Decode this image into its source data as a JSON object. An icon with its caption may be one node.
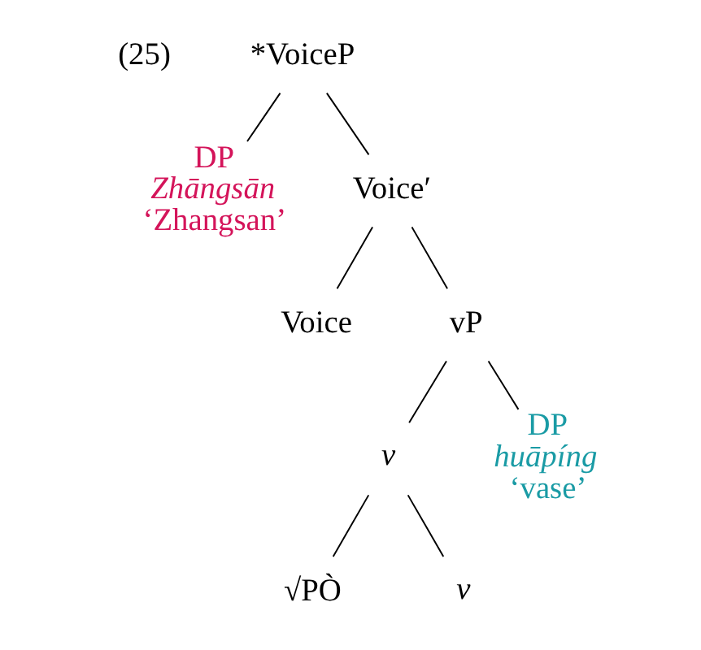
{
  "diagram": {
    "nodes": [
      {
        "text": [
          "*VoiceP"
        ]
      },
      {
        "text": [
          "DP",
          "Zhāngsān",
          "‘Zhangsan’"
        ]
      },
      {
        "text": [
          "Voice′"
        ]
      },
      {
        "text": [
          "Voice"
        ]
      },
      {
        "text": [
          "vP"
        ]
      },
      {
        "text": [
          "v"
        ]
      },
      {
        "text": [
          "DP",
          "huāpíng",
          "‘vase’"
        ]
      },
      {
        "text": [
          "√PÒ"
        ]
      },
      {
        "text": [
          "v"
        ]
      }
    ],
    "edges": [
      {
        "from": 0,
        "to": 1,
        "arrow": "none"
      },
      {
        "from": 0,
        "to": 2,
        "arrow": "none"
      },
      {
        "from": 2,
        "to": 3,
        "arrow": "none"
      },
      {
        "from": 2,
        "to": 4,
        "arrow": "none"
      },
      {
        "from": 4,
        "to": 5,
        "arrow": "none"
      },
      {
        "from": 4,
        "to": 6,
        "arrow": "none"
      },
      {
        "from": 5,
        "to": 7,
        "arrow": "none"
      },
      {
        "from": 5,
        "to": 8,
        "arrow": "none"
      }
    ],
    "labels": [
      "(25)"
    ]
  }
}
